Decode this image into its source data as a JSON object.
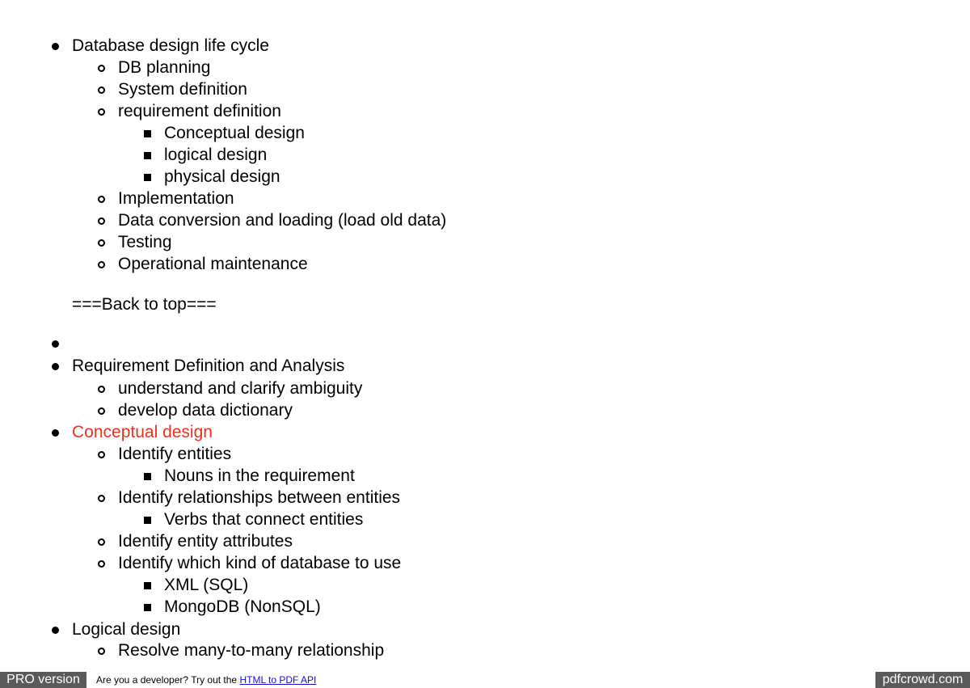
{
  "outline": {
    "item_1": "Database design life cycle",
    "item_1_1": "DB planning",
    "item_1_2": "System definition",
    "item_1_3": "requirement definition",
    "item_1_3_1": "Conceptual design",
    "item_1_3_2": "logical design",
    "item_1_3_3": "physical design",
    "item_1_4": "Implementation",
    "item_1_5": "Data conversion and loading (load old data)",
    "item_1_6": "Testing",
    "item_1_7": "Operational maintenance",
    "back_to_top": "===Back to top===",
    "item_3": "Requirement Definition and Analysis",
    "item_3_1": "understand and clarify ambiguity",
    "item_3_2": "develop data dictionary",
    "item_4": "Conceptual design",
    "item_4_1": "Identify entities",
    "item_4_1_1": "Nouns in the requirement",
    "item_4_2": "Identify relationships between entities",
    "item_4_2_1": "Verbs that connect entities",
    "item_4_3": "Identify entity attributes",
    "item_4_4": "Identify which kind of database to use",
    "item_4_4_1": "XML (SQL)",
    "item_4_4_2": "MongoDB (NonSQL)",
    "item_5": "Logical design",
    "item_5_1": "Resolve many-to-many relationship"
  },
  "colors": {
    "highlight": "#e8321e",
    "badge_bg": "#5a5a5a",
    "link": "#1a0dcc"
  },
  "footer": {
    "pro_badge": "PRO version",
    "dev_prompt": "Are you a developer? Try out the ",
    "dev_link": "HTML to PDF API",
    "brand": "pdfcrowd.com"
  }
}
